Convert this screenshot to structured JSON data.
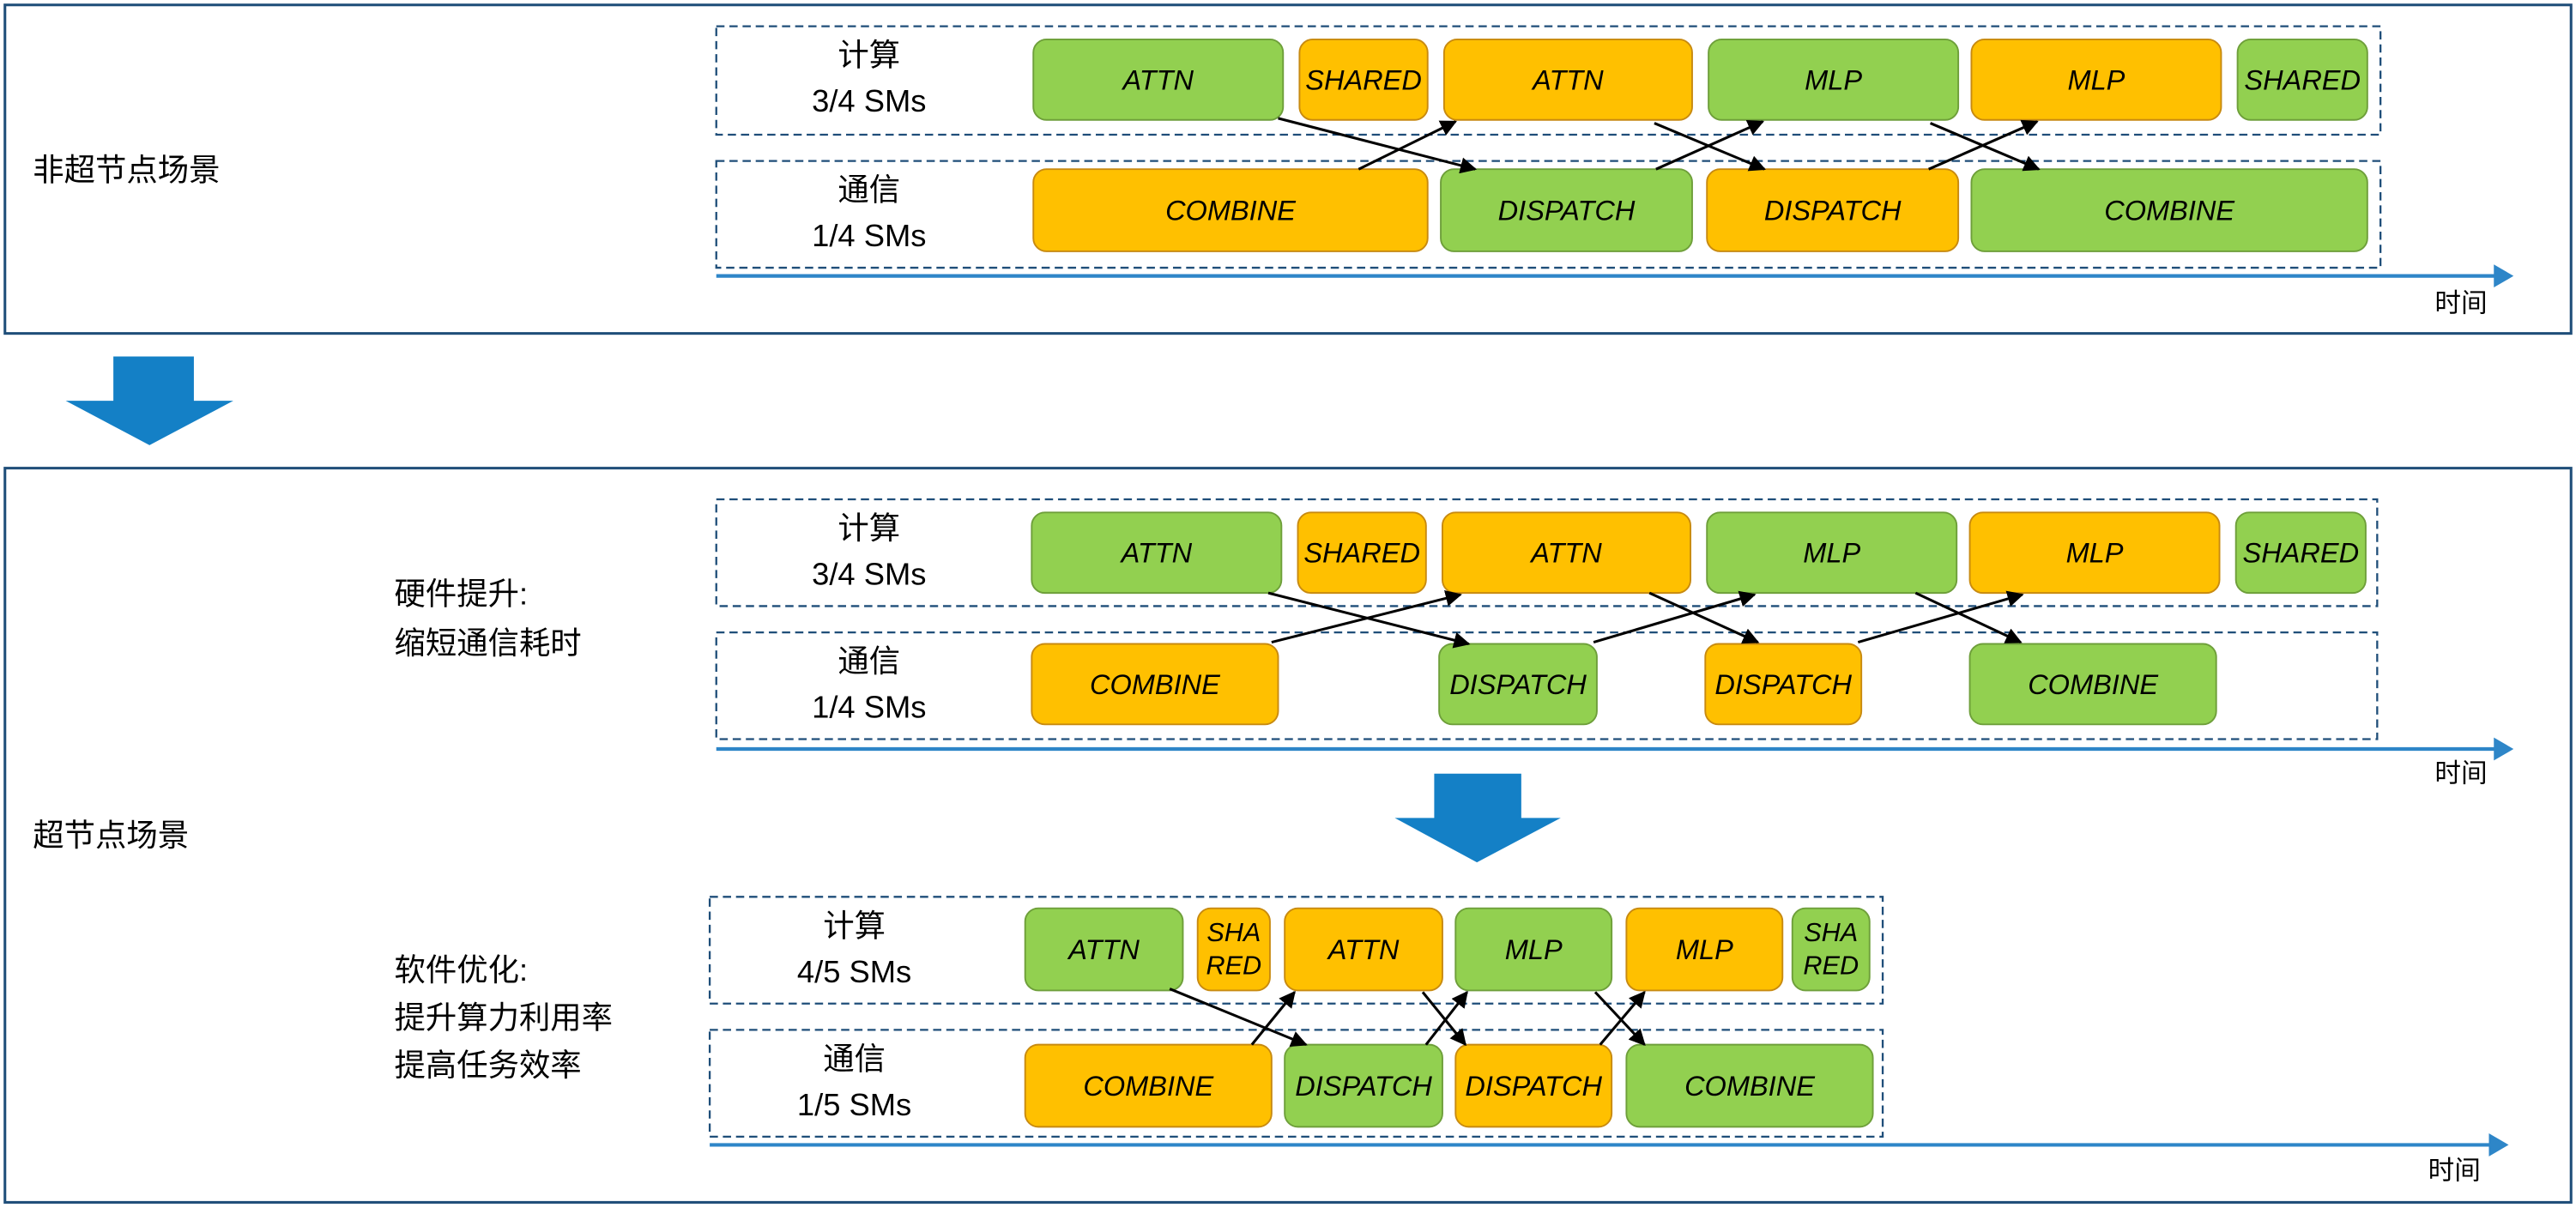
{
  "colors": {
    "green_fill": "#92D050",
    "green_stroke": "#6E9F3A",
    "orange_fill": "#FFC000",
    "orange_stroke": "#C88A10",
    "panel_border": "#1F4E79",
    "dashed_border": "#1F4E79",
    "axis": "#2E86C8",
    "transition_arrow": "#1480C6",
    "flow_arrow": "#000000"
  },
  "transition_icon": "down-arrow-icon",
  "panels": [
    {
      "title": "非超节点场景"
    },
    {
      "title": "超节点场景"
    }
  ],
  "timelines": [
    {
      "id": "baseline",
      "note_lines": [],
      "compute_label": "计算",
      "compute_share": "3/4 SMs",
      "comm_label": "通信",
      "comm_share": "1/4 SMs",
      "axis_label": "时间",
      "compute_blocks": [
        {
          "label": "ATTN",
          "color": "green"
        },
        {
          "label": "SHARED",
          "color": "orange"
        },
        {
          "label": "ATTN",
          "color": "orange"
        },
        {
          "label": "MLP",
          "color": "green"
        },
        {
          "label": "MLP",
          "color": "orange"
        },
        {
          "label": "SHARED",
          "color": "green"
        }
      ],
      "comm_blocks": [
        {
          "label": "COMBINE",
          "color": "orange"
        },
        {
          "label": "DISPATCH",
          "color": "green"
        },
        {
          "label": "DISPATCH",
          "color": "orange"
        },
        {
          "label": "COMBINE",
          "color": "green"
        }
      ]
    },
    {
      "id": "hardware",
      "note_lines": [
        "硬件提升:",
        "缩短通信耗时"
      ],
      "compute_label": "计算",
      "compute_share": "3/4 SMs",
      "comm_label": "通信",
      "comm_share": "1/4 SMs",
      "axis_label": "时间",
      "compute_blocks": [
        {
          "label": "ATTN",
          "color": "green"
        },
        {
          "label": "SHARED",
          "color": "orange"
        },
        {
          "label": "ATTN",
          "color": "orange"
        },
        {
          "label": "MLP",
          "color": "green"
        },
        {
          "label": "MLP",
          "color": "orange"
        },
        {
          "label": "SHARED",
          "color": "green"
        }
      ],
      "comm_blocks": [
        {
          "label": "COMBINE",
          "color": "orange"
        },
        {
          "label": "DISPATCH",
          "color": "green"
        },
        {
          "label": "DISPATCH",
          "color": "orange"
        },
        {
          "label": "COMBINE",
          "color": "green"
        }
      ]
    },
    {
      "id": "software",
      "note_lines": [
        "软件优化:",
        "提升算力利用率",
        "提高任务效率"
      ],
      "compute_label": "计算",
      "compute_share": "4/5 SMs",
      "comm_label": "通信",
      "comm_share": "1/5 SMs",
      "axis_label": "时间",
      "compute_blocks": [
        {
          "label": "ATTN",
          "color": "green"
        },
        {
          "label": "SHA\nRED",
          "color": "orange"
        },
        {
          "label": "ATTN",
          "color": "orange"
        },
        {
          "label": "MLP",
          "color": "green"
        },
        {
          "label": "MLP",
          "color": "orange"
        },
        {
          "label": "SHA\nRED",
          "color": "green"
        }
      ],
      "comm_blocks": [
        {
          "label": "COMBINE",
          "color": "orange"
        },
        {
          "label": "DISPATCH",
          "color": "green"
        },
        {
          "label": "DISPATCH",
          "color": "orange"
        },
        {
          "label": "COMBINE",
          "color": "green"
        }
      ]
    }
  ]
}
